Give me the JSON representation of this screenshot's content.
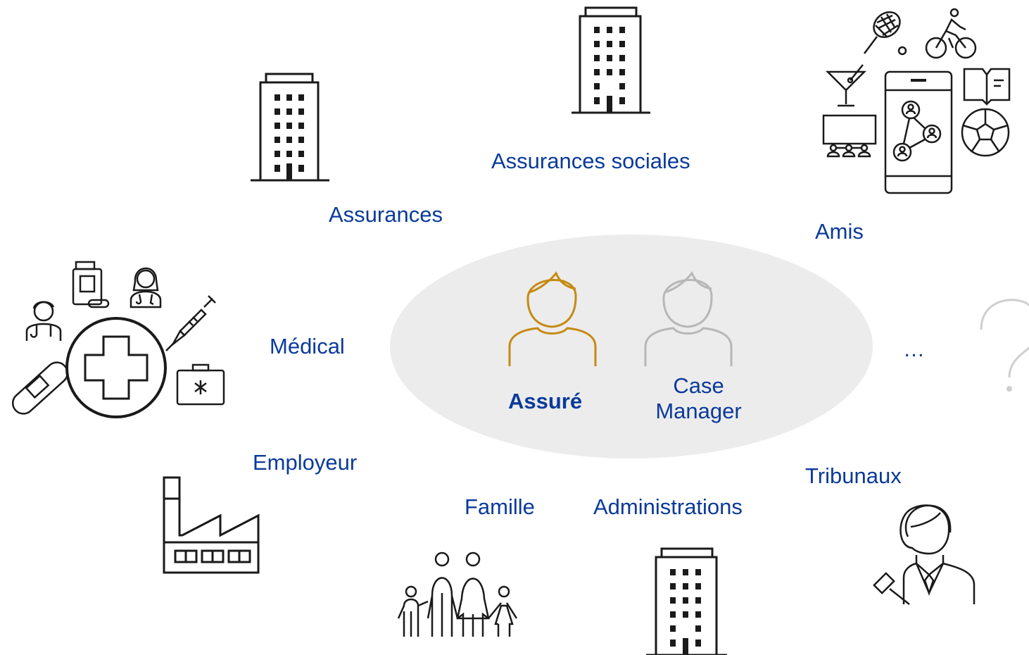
{
  "colors": {
    "label": "#0a3a9a",
    "insured_icon": "#c58a12",
    "case_manager_icon": "#b7b7b7",
    "ellipse": "#ececec",
    "icon_stroke": "#1a1a1a",
    "question_mark": "#cfcfcf"
  },
  "center": {
    "insured_label": "Assuré",
    "case_manager_line1": "Case",
    "case_manager_line2": "Manager"
  },
  "stakeholders": {
    "assurances_sociales": "Assurances sociales",
    "assurances": "Assurances",
    "amis": "Amis",
    "medical": "Médical",
    "ellipsis": "…",
    "employeur": "Employeur",
    "famille": "Famille",
    "administrations": "Administrations",
    "tribunaux": "Tribunaux"
  },
  "icons": [
    "building-icon",
    "hospital-building-icon",
    "social-network-phone-icon",
    "medical-cross-icon",
    "factory-icon",
    "family-icon",
    "judge-icon",
    "question-mark-icon",
    "person-insured-icon",
    "person-case-manager-icon"
  ]
}
